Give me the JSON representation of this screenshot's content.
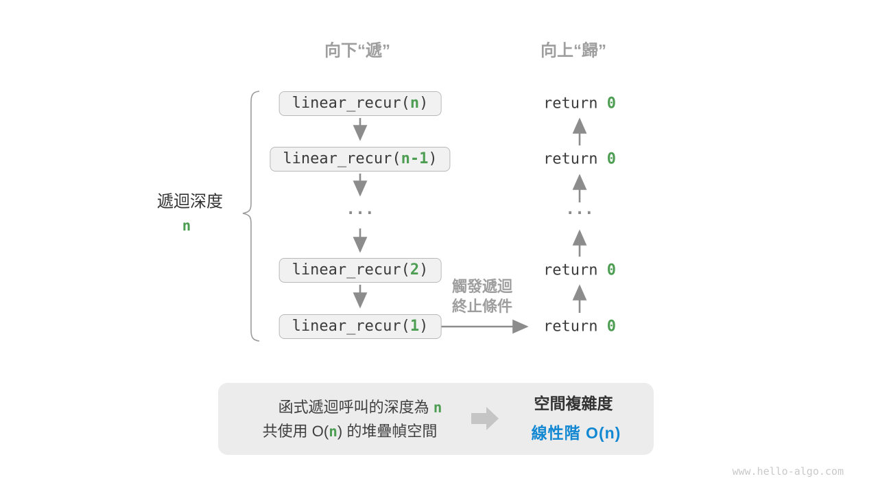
{
  "phase_labels": {
    "descend": "向下“遞”",
    "ascend": "向上“歸”"
  },
  "depth_label": {
    "text": "遞迴深度",
    "value": "n"
  },
  "ellipsis": "...",
  "calls": [
    {
      "prefix": "linear_recur(",
      "arg": "n",
      "suffix": ")"
    },
    {
      "prefix": "linear_recur(",
      "arg": "n-1",
      "suffix": ")"
    },
    {
      "prefix": "linear_recur(",
      "arg": "2",
      "suffix": ")"
    },
    {
      "prefix": "linear_recur(",
      "arg": "1",
      "suffix": ")"
    }
  ],
  "returns": [
    {
      "prefix": "return ",
      "value": "0"
    },
    {
      "prefix": "return ",
      "value": "0"
    },
    {
      "prefix": "return ",
      "value": "0"
    },
    {
      "prefix": "return ",
      "value": "0"
    }
  ],
  "termination_note": {
    "line1": "觸發遞迴",
    "line2": "終止條件"
  },
  "summary": {
    "depth_prefix": "函式遞迴呼叫的深度為 ",
    "depth_value": "n",
    "space_prefix": "共使用 O(",
    "space_value": "n",
    "space_suffix": ") 的堆疊幀空間",
    "title": "空間複雜度",
    "result": "線性階 O(n)"
  },
  "watermark": "www.hello-algo.com",
  "colors": {
    "green": "#4d9e53",
    "blue": "#1287d2",
    "gray_label": "#9e9e9e",
    "arrow": "#8c8c8c",
    "box_fill": "#f1f1f1",
    "box_border": "#b8b8b8",
    "panel_fill": "#ececec",
    "code_text": "#3b3b3b"
  }
}
